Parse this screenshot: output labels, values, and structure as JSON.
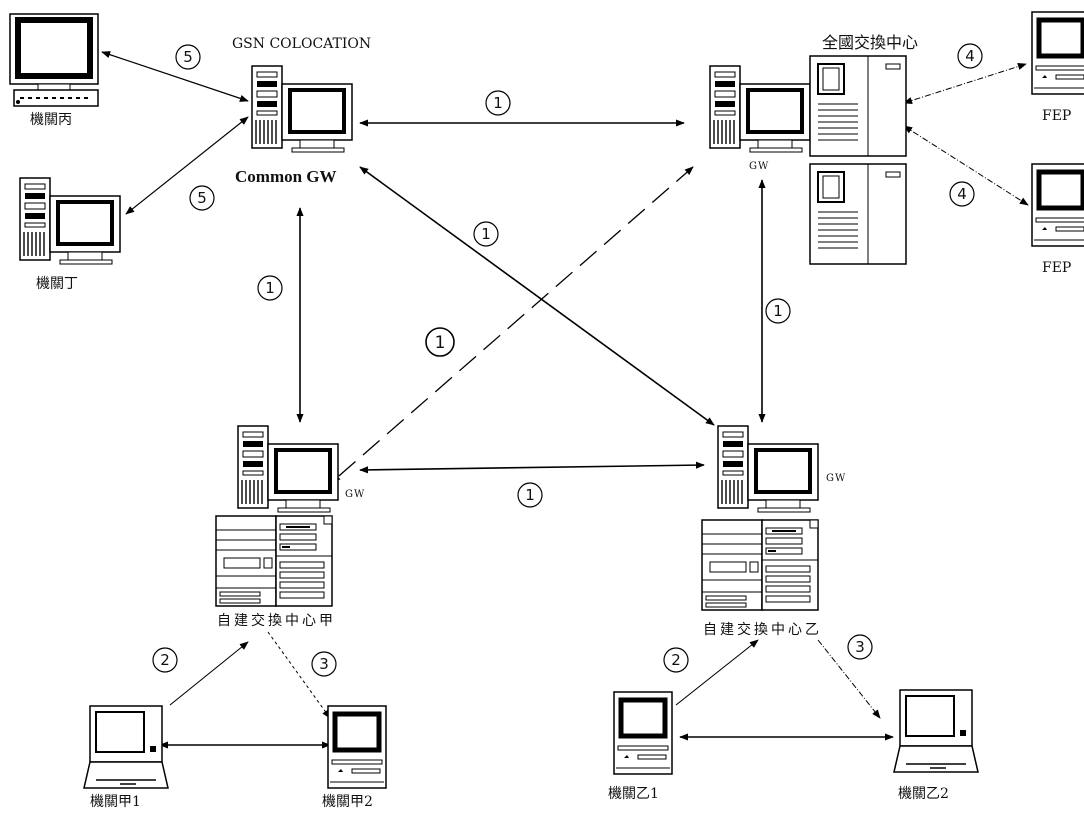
{
  "labels": {
    "gsn_colocation": "GSN COLOCATION",
    "common_gw": "Common GW",
    "national_center": "全國交換中心",
    "fep_top": "FEP",
    "fep_bottom": "FEP",
    "agency_bing": "機關丙",
    "agency_ding": "機關丁",
    "gw_national": "GW",
    "gw_center_a": "GW",
    "gw_center_b": "GW",
    "center_a": "自建交換中心甲",
    "center_b": "自建交換中心乙",
    "agency_a1": "機關甲1",
    "agency_a2": "機關甲2",
    "agency_b1": "機關乙1",
    "agency_b2": "機關乙2"
  },
  "markers": {
    "one": "1",
    "two": "2",
    "three": "3",
    "four": "4",
    "five": "5"
  }
}
